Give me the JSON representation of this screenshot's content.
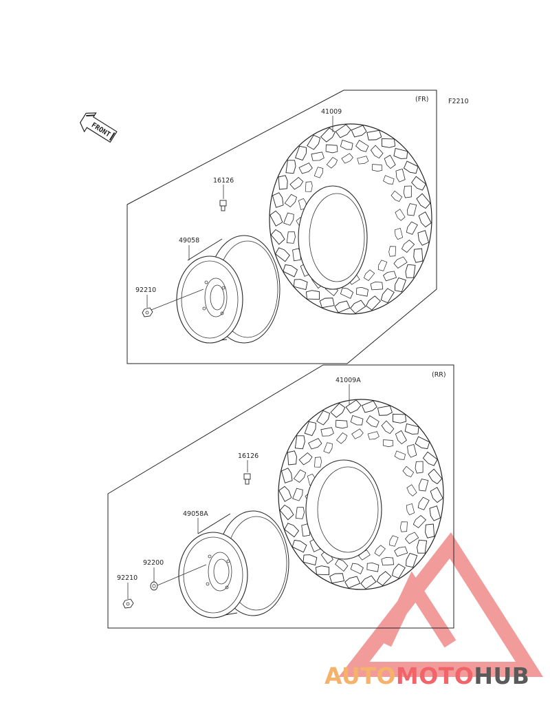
{
  "figure_code": "F2210",
  "front_arrow_label": "FRONT",
  "sections": [
    {
      "label": "(FR)",
      "parts": {
        "tire": "41009",
        "valve": "16126",
        "wheel": "49058",
        "nut": "92210",
        "washer": ""
      }
    },
    {
      "label": "(RR)",
      "parts": {
        "tire": "41009A",
        "valve": "16126",
        "wheel": "49058A",
        "nut": "92210",
        "washer": "92200"
      }
    }
  ],
  "watermark": {
    "part1": "AUTO",
    "part2": "MOTO",
    "part3": "HUB",
    "colors": {
      "logo": "#f08080",
      "auto": "#f5b26b",
      "moto": "#f0646a",
      "hub": "#5a5a5a"
    }
  }
}
